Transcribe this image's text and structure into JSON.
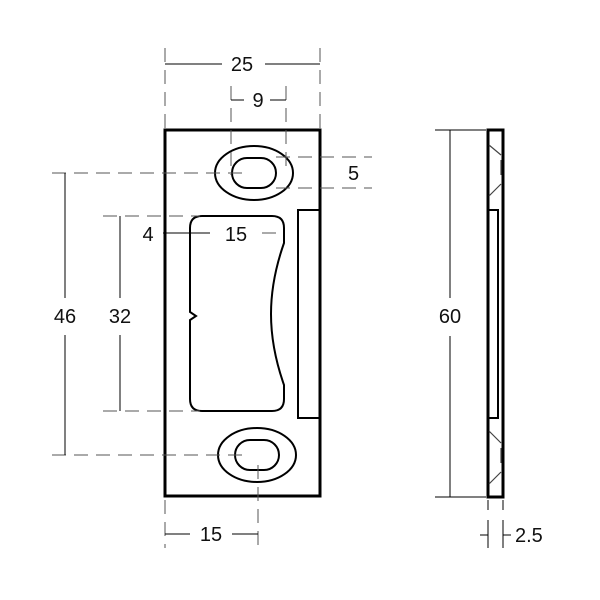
{
  "drawing": {
    "front_view": {
      "width_label": "25",
      "slot_width_label": "9",
      "slot_height_label": "5",
      "slot_spacing_label": "46",
      "window_height_label": "32",
      "window_offset_label": "4",
      "window_width_label": "15",
      "bottom_offset_label": "15"
    },
    "side_view": {
      "height_label": "60",
      "thickness_label": "2.5"
    }
  }
}
